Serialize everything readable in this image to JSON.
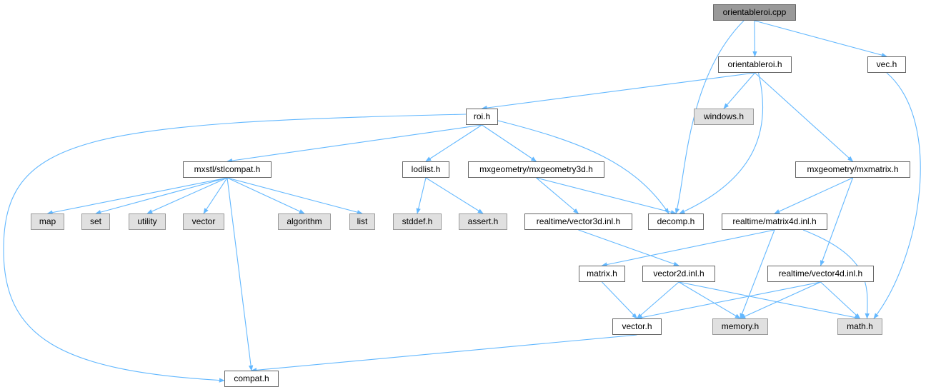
{
  "graph": {
    "root": "orientableroi.cpp",
    "edge_color": "#63b8ff",
    "nodes": [
      {
        "id": "orientableroi_cpp",
        "label": "orientableroi.cpp",
        "kind": "root"
      },
      {
        "id": "orientableroi_h",
        "label": "orientableroi.h",
        "kind": "local"
      },
      {
        "id": "vec_h",
        "label": "vec.h",
        "kind": "local"
      },
      {
        "id": "roi_h",
        "label": "roi.h",
        "kind": "local"
      },
      {
        "id": "windows_h",
        "label": "windows.h",
        "kind": "system"
      },
      {
        "id": "stlcompat_h",
        "label": "mxstl/stlcompat.h",
        "kind": "local"
      },
      {
        "id": "lodlist_h",
        "label": "lodlist.h",
        "kind": "local"
      },
      {
        "id": "mxgeometry3d_h",
        "label": "mxgeometry/mxgeometry3d.h",
        "kind": "local"
      },
      {
        "id": "mxmatrix_h",
        "label": "mxgeometry/mxmatrix.h",
        "kind": "local"
      },
      {
        "id": "map",
        "label": "map",
        "kind": "system"
      },
      {
        "id": "set",
        "label": "set",
        "kind": "system"
      },
      {
        "id": "utility",
        "label": "utility",
        "kind": "system"
      },
      {
        "id": "vector",
        "label": "vector",
        "kind": "system"
      },
      {
        "id": "algorithm",
        "label": "algorithm",
        "kind": "system"
      },
      {
        "id": "list",
        "label": "list",
        "kind": "system"
      },
      {
        "id": "stddef_h",
        "label": "stddef.h",
        "kind": "system"
      },
      {
        "id": "assert_h",
        "label": "assert.h",
        "kind": "system"
      },
      {
        "id": "vector3d_inl_h",
        "label": "realtime/vector3d.inl.h",
        "kind": "local"
      },
      {
        "id": "decomp_h",
        "label": "decomp.h",
        "kind": "local"
      },
      {
        "id": "matrix4d_inl_h",
        "label": "realtime/matrix4d.inl.h",
        "kind": "local"
      },
      {
        "id": "matrix_h",
        "label": "matrix.h",
        "kind": "local"
      },
      {
        "id": "vector2d_inl_h",
        "label": "vector2d.inl.h",
        "kind": "local"
      },
      {
        "id": "vector4d_inl_h",
        "label": "realtime/vector4d.inl.h",
        "kind": "local"
      },
      {
        "id": "vector_h",
        "label": "vector.h",
        "kind": "local"
      },
      {
        "id": "memory_h",
        "label": "memory.h",
        "kind": "system"
      },
      {
        "id": "math_h",
        "label": "math.h",
        "kind": "system"
      },
      {
        "id": "compat_h",
        "label": "compat.h",
        "kind": "local"
      }
    ],
    "edges": [
      [
        "orientableroi_cpp",
        "orientableroi_h"
      ],
      [
        "orientableroi_cpp",
        "vec_h"
      ],
      [
        "orientableroi_cpp",
        "decomp_h"
      ],
      [
        "orientableroi_h",
        "roi_h"
      ],
      [
        "orientableroi_h",
        "windows_h"
      ],
      [
        "orientableroi_h",
        "decomp_h"
      ],
      [
        "orientableroi_h",
        "mxmatrix_h"
      ],
      [
        "vec_h",
        "math_h"
      ],
      [
        "roi_h",
        "compat_h"
      ],
      [
        "roi_h",
        "stlcompat_h"
      ],
      [
        "roi_h",
        "lodlist_h"
      ],
      [
        "roi_h",
        "mxgeometry3d_h"
      ],
      [
        "roi_h",
        "decomp_h"
      ],
      [
        "stlcompat_h",
        "map"
      ],
      [
        "stlcompat_h",
        "set"
      ],
      [
        "stlcompat_h",
        "utility"
      ],
      [
        "stlcompat_h",
        "vector"
      ],
      [
        "stlcompat_h",
        "algorithm"
      ],
      [
        "stlcompat_h",
        "list"
      ],
      [
        "stlcompat_h",
        "compat_h"
      ],
      [
        "lodlist_h",
        "stddef_h"
      ],
      [
        "lodlist_h",
        "assert_h"
      ],
      [
        "mxgeometry3d_h",
        "vector3d_inl_h"
      ],
      [
        "mxgeometry3d_h",
        "decomp_h"
      ],
      [
        "vector3d_inl_h",
        "vector2d_inl_h"
      ],
      [
        "mxmatrix_h",
        "matrix4d_inl_h"
      ],
      [
        "mxmatrix_h",
        "vector4d_inl_h"
      ],
      [
        "matrix4d_inl_h",
        "matrix_h"
      ],
      [
        "matrix4d_inl_h",
        "memory_h"
      ],
      [
        "matrix4d_inl_h",
        "math_h"
      ],
      [
        "matrix_h",
        "vector_h"
      ],
      [
        "vector2d_inl_h",
        "vector_h"
      ],
      [
        "vector2d_inl_h",
        "memory_h"
      ],
      [
        "vector2d_inl_h",
        "math_h"
      ],
      [
        "vector4d_inl_h",
        "vector_h"
      ],
      [
        "vector4d_inl_h",
        "memory_h"
      ],
      [
        "vector4d_inl_h",
        "math_h"
      ],
      [
        "vector_h",
        "compat_h"
      ]
    ]
  }
}
